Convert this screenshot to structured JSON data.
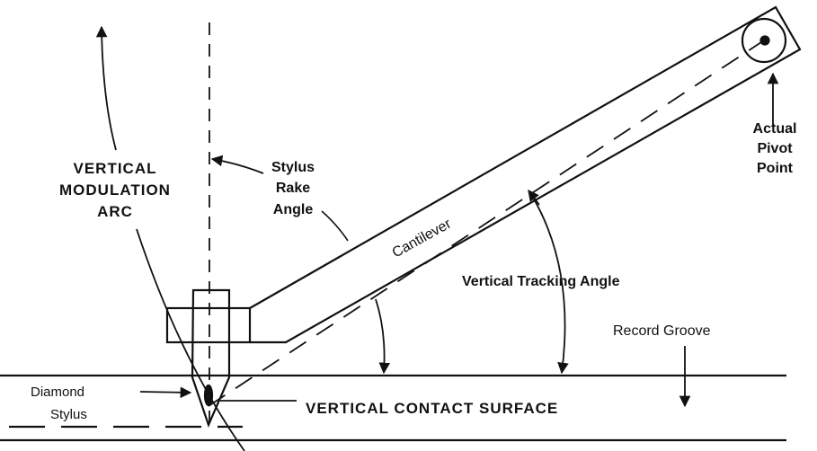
{
  "labels": {
    "modulation_arc": [
      "VERTICAL",
      "MODULATION",
      "ARC"
    ],
    "rake_angle": [
      "Stylus",
      "Rake",
      "Angle"
    ],
    "cantilever": "Cantilever",
    "pivot": [
      "Actual",
      "Pivot",
      "Point"
    ],
    "tracking_angle": "Vertical Tracking Angle",
    "record_groove": "Record Groove",
    "diamond": [
      "Diamond",
      "Stylus"
    ],
    "contact_surface": "VERTICAL CONTACT SURFACE"
  },
  "colors": {
    "ink": "#111111",
    "background": "#ffffff"
  }
}
